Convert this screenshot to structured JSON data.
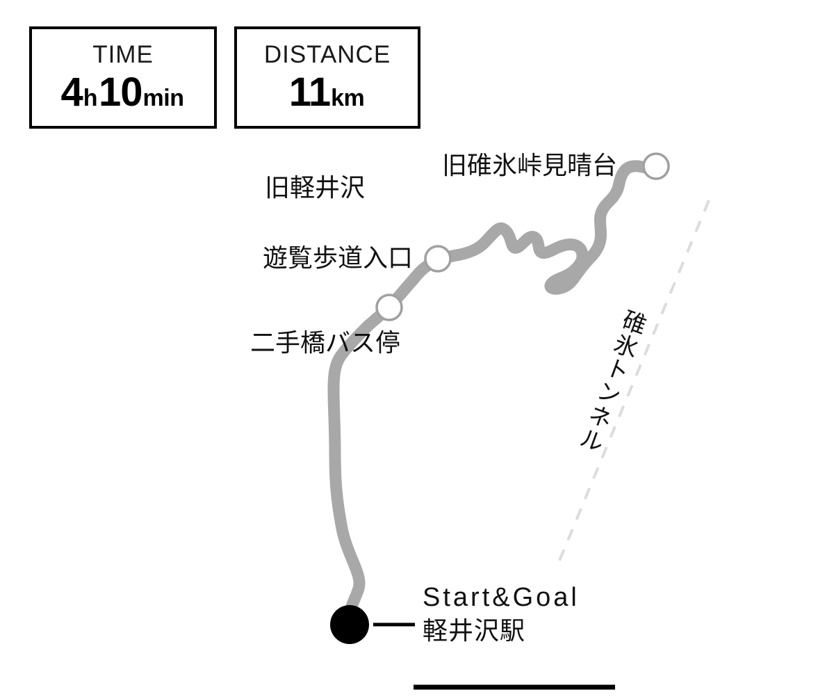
{
  "info_boxes": [
    {
      "title": "TIME",
      "value_parts": [
        {
          "text": "4",
          "kind": "num"
        },
        {
          "text": "h",
          "kind": "unit"
        },
        {
          "text": "10",
          "kind": "num"
        },
        {
          "text": "min",
          "kind": "unit"
        }
      ]
    },
    {
      "title": "DISTANCE",
      "value_parts": [
        {
          "text": "11",
          "kind": "num"
        },
        {
          "text": "km",
          "kind": "unit"
        }
      ]
    }
  ],
  "map": {
    "labels": {
      "lookout": "旧碓氷峠見晴台",
      "kyu_karuizawa": "旧軽井沢",
      "promenade_entrance": "遊覧歩道入口",
      "futatebashi_bus_stop": "二手橋バス停",
      "tunnel": "碓氷トンネル"
    },
    "start_goal": {
      "english": "Start&Goal",
      "japanese": "軽井沢駅"
    },
    "colors": {
      "trail": "#a8a8a8",
      "marker_stroke": "#a0a0a0",
      "marker_fill": "#ffffff",
      "start_dot": "#000000",
      "tunnel_dashed": "#dcdcdc",
      "scale_bar": "#000000",
      "text": "#111111",
      "box_border": "#000000"
    }
  }
}
